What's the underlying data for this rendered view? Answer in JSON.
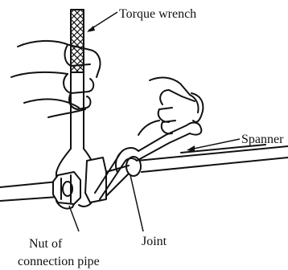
{
  "labels": {
    "torque_wrench": "Torque wrench",
    "spanner": "Spanner",
    "joint": "Joint",
    "nut_line1": "Nut of",
    "nut_line2": "connection pipe"
  }
}
